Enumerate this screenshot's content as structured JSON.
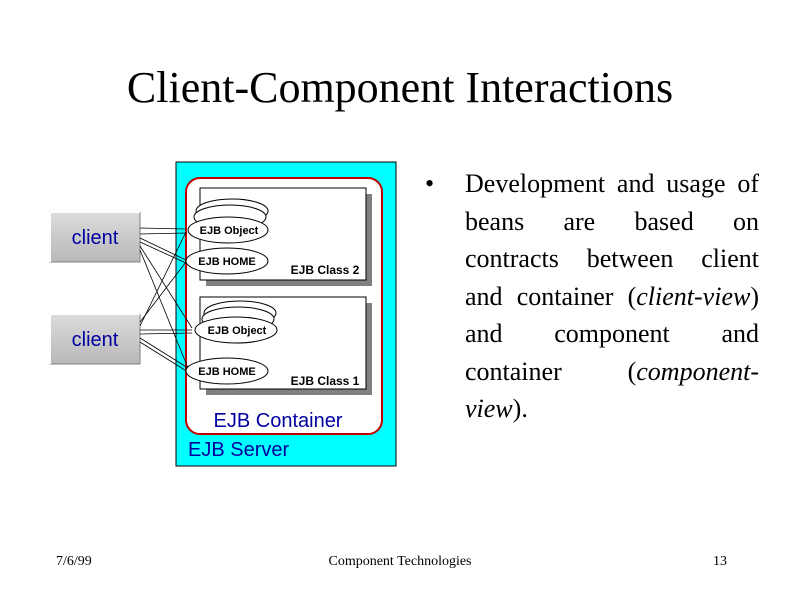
{
  "slide": {
    "title": "Client-Component Interactions",
    "bullet_symbol": "•",
    "bullet_parts": [
      {
        "text": "Development and usage of beans are based on contracts between client and container (",
        "italic": false
      },
      {
        "text": "client-view",
        "italic": true
      },
      {
        "text": ") and component and container (",
        "italic": false
      },
      {
        "text": "component-view",
        "italic": true
      },
      {
        "text": ").",
        "italic": false
      }
    ]
  },
  "diagram": {
    "clients": [
      "client",
      "client"
    ],
    "server_label": "EJB Server",
    "container_label": "EJB Container",
    "classes": [
      {
        "object_label": "EJB Object",
        "home_label": "EJB HOME",
        "class_label": "EJB Class 2"
      },
      {
        "object_label": "EJB Object",
        "home_label": "EJB HOME",
        "class_label": "EJB Class 1"
      }
    ],
    "colors": {
      "server_fill": "#00FFFF",
      "container_border": "#C00000",
      "client_fill": "#C0C0C0"
    }
  },
  "footer": {
    "date": "7/6/99",
    "center": "Component Technologies",
    "page": "13"
  }
}
